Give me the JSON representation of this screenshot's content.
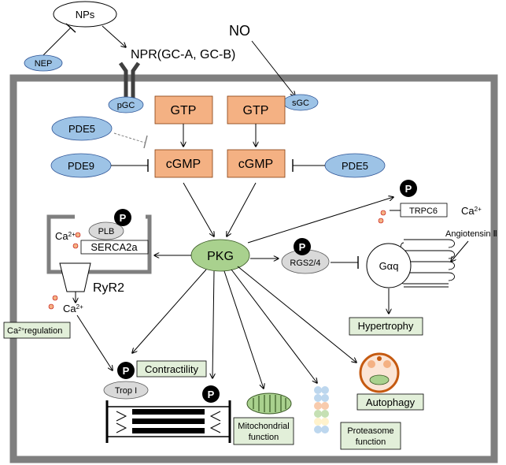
{
  "diagram": {
    "nps": "NPs",
    "nep": "NEP",
    "npr": "NPR(GC-A, GC-B)",
    "no": "NO",
    "pgc": "pGC",
    "sgc": "sGC",
    "gtp_left": "GTP",
    "gtp_right": "GTP",
    "pde5_left": "PDE5",
    "pde9": "PDE9",
    "pde5_right": "PDE5",
    "cgmp_left": "cGMP",
    "cgmp_right": "cGMP",
    "pkg": "PKG",
    "p_badge": "P",
    "plb": "PLB",
    "serca": "SERCA2a",
    "ryr2": "RyR2",
    "ca": "Ca",
    "ca_sup": "2+",
    "ca_regulation": "regulation",
    "trpc6": "TRPC6",
    "rgs": "RGS2/4",
    "galpha": "Gαq",
    "angiotensin": "Angiotensin Ⅱ",
    "hypertrophy": "Hypertrophy",
    "contractility": "Contractility",
    "trop": "Trop I",
    "mitochondrial": [
      "Mitochondrial",
      "function"
    ],
    "proteasome": [
      "Proteasome",
      "function"
    ],
    "autophagy": "Autophagy"
  },
  "colors": {
    "blue_oval": "#9dc3e6",
    "salmon_box": "#f4b183",
    "green_oval": "#a9d18e",
    "green_box": "#e2efd9",
    "cell_wall": "#7f7f7f"
  }
}
